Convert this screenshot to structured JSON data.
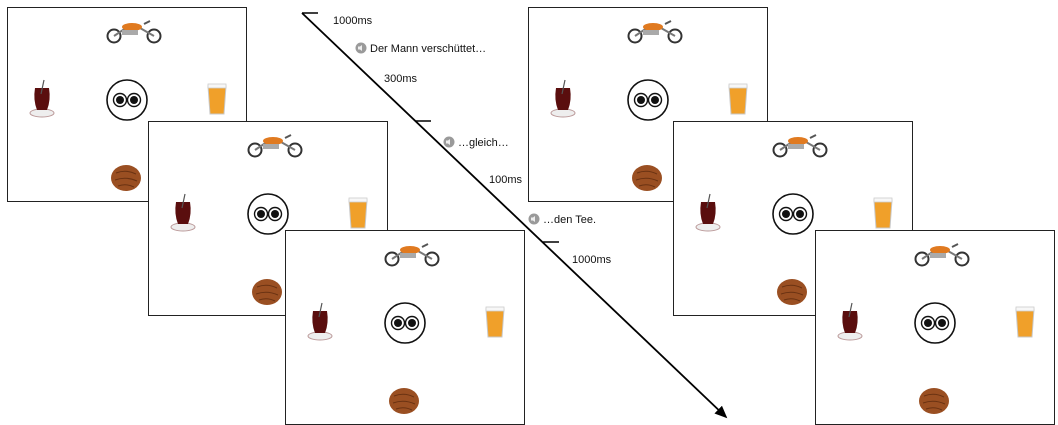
{
  "timeline": {
    "durations": [
      "1000ms",
      "300ms",
      "100ms",
      "1000ms"
    ],
    "audio": [
      "Der Mann verschüttet…",
      "…gleich…",
      "…den Tee."
    ]
  },
  "icons": {
    "top": "motorcycle-icon",
    "left": "tea-glass-icon",
    "right": "juice-glass-icon",
    "bottom": "walnut-icon",
    "center": "eyes-fixation-icon",
    "audio": "speaker-icon"
  },
  "colors": {
    "tea": "#5a0e0e",
    "juice": "#f0a02a",
    "walnut": "#9a4f22",
    "bike": "#e07a20"
  }
}
